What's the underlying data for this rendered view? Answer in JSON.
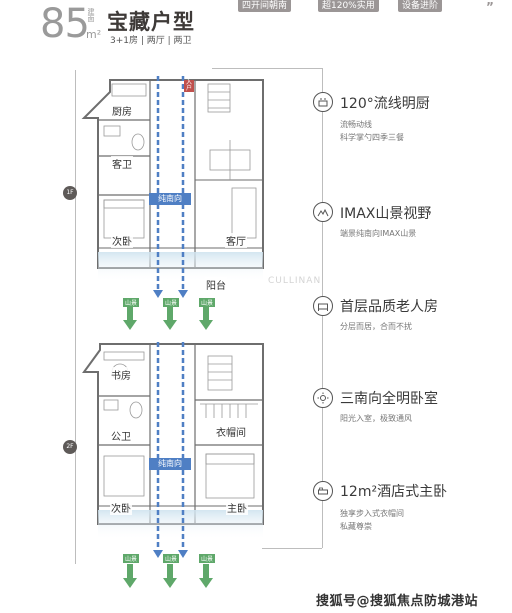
{
  "header": {
    "area_number": "85",
    "area_unit": "m²",
    "area_tag": "建面",
    "plan_title": "宝藏户型",
    "plan_spec": "3+1房 | 两厅 | 两卫",
    "tags": [
      "四开间朝南",
      "超120%实用",
      "设备进阶"
    ],
    "quote_mark": "”"
  },
  "floors": [
    {
      "badge": "1F",
      "rooms": {
        "kitchen": "厨房",
        "bath": "客卫",
        "bedroom": "次卧",
        "living": "客厅",
        "balcony": "阳台"
      },
      "direction": "纯南向",
      "entry": "入户",
      "mountains": [
        "山景",
        "山景",
        "山景"
      ]
    },
    {
      "badge": "2F",
      "rooms": {
        "study": "书房",
        "bath": "公卫",
        "bedroom": "次卧",
        "cloak": "衣帽间",
        "master": "主卧"
      },
      "direction": "纯南向",
      "mountains": [
        "山景",
        "山景",
        "山景"
      ]
    }
  ],
  "features": [
    {
      "icon": "kitchen-icon",
      "title": "120°流线明厨",
      "subs": [
        "流畅动线",
        "科学掌勺四季三餐"
      ]
    },
    {
      "icon": "mountain-icon",
      "title": "IMAX山景视野",
      "subs": [
        "端景纯南向IMAX山景"
      ]
    },
    {
      "icon": "elder-icon",
      "title": "首层品质老人房",
      "subs": [
        "分层而居，合而不扰"
      ]
    },
    {
      "icon": "sun-icon",
      "title": "三南向全明卧室",
      "subs": [
        "阳光入室，极致通风"
      ]
    },
    {
      "icon": "bed-icon",
      "title": "12m²酒店式主卧",
      "subs": [
        "独享步入式衣帽间",
        "私藏尊崇"
      ]
    }
  ],
  "watermarks": {
    "brand": "CULLINAN",
    "source": "搜狐号@搜狐焦点防城港站"
  }
}
